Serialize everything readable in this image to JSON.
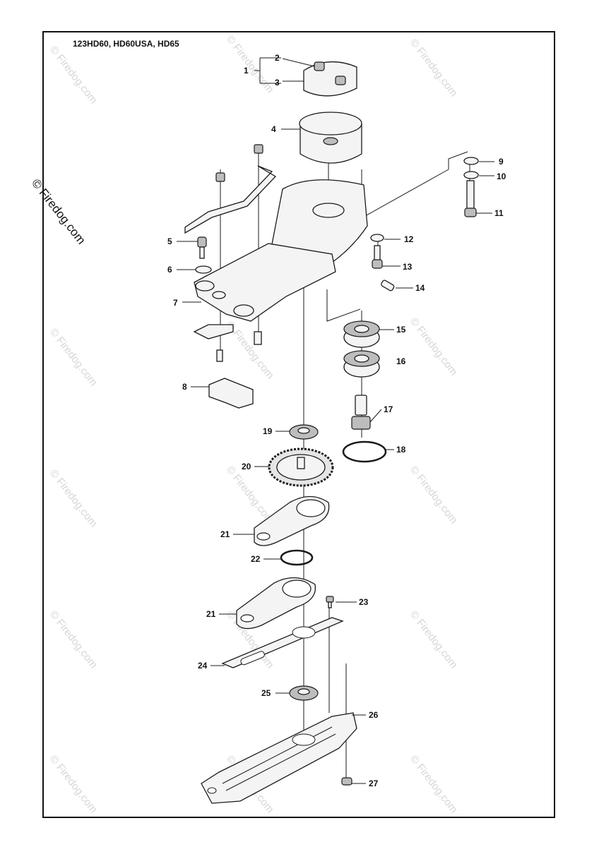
{
  "title": "123HD60, HD60USA, HD65",
  "side_mark": "© Firedog.com",
  "watermark": "© Firedog.com",
  "callouts": [
    "1",
    "2",
    "3",
    "4",
    "5",
    "6",
    "7",
    "8",
    "9",
    "10",
    "11",
    "12",
    "13",
    "14",
    "15",
    "16",
    "17",
    "18",
    "19",
    "20",
    "21",
    "21",
    "22",
    "23",
    "24",
    "25",
    "26",
    "27"
  ]
}
